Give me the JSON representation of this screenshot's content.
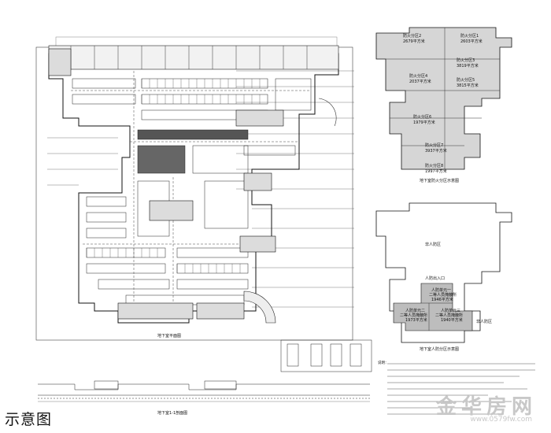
{
  "caption": "示意图",
  "watermark": {
    "brand": "金华房网",
    "url": "www.0579fw.com"
  },
  "plan_titles": {
    "main_plan": "地下室平面图",
    "section": "地下室1-1剖面图",
    "fire_zone_map": "地下室防火分区示意图",
    "civil_defense_map": "地下室人防分区示意图"
  },
  "fire_zones": [
    {
      "name": "防火分区1",
      "area": "2603平方米"
    },
    {
      "name": "防火分区2",
      "area": "2679平方米"
    },
    {
      "name": "防火分区3",
      "area": "3819平方米"
    },
    {
      "name": "防火分区4",
      "area": "2037平方米"
    },
    {
      "name": "防火分区5",
      "area": "3815平方米"
    },
    {
      "name": "防火分区6",
      "area": "1979平方米"
    },
    {
      "name": "防火分区7",
      "area": "3937平方米"
    },
    {
      "name": "防火分区8",
      "area": "1997平方米"
    }
  ],
  "civil_defense": {
    "non_zone_top": "非人防区",
    "non_zone_bottom": "非人防区",
    "units": [
      {
        "name": "人防单元一",
        "type": "二等人员掩蔽所",
        "area": "1946平方米"
      },
      {
        "name": "人防单元二",
        "type": "二等人员掩蔽所",
        "area": "1973平方米"
      },
      {
        "name": "人防单元三",
        "type": "二等人员掩蔽所",
        "area": "1940平方米"
      }
    ],
    "entrance_label": "人防出入口"
  },
  "notes_heading": "说明："
}
